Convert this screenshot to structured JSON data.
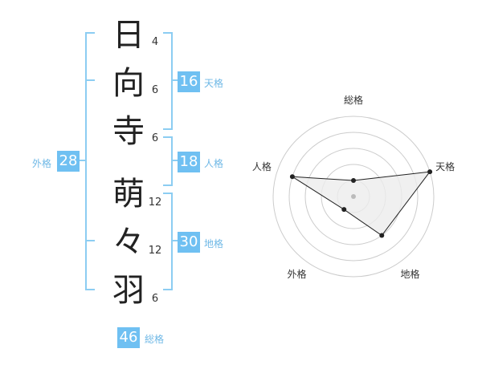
{
  "characters": [
    {
      "char": "日",
      "strokes": "4"
    },
    {
      "char": "向",
      "strokes": "6"
    },
    {
      "char": "寺",
      "strokes": "6"
    },
    {
      "char": "萌",
      "strokes": "12"
    },
    {
      "char": "々",
      "strokes": "12"
    },
    {
      "char": "羽",
      "strokes": "6"
    }
  ],
  "fortunes": {
    "tenkaku": {
      "label": "天格",
      "value": "16"
    },
    "jinkaku": {
      "label": "人格",
      "value": "18"
    },
    "chikaku": {
      "label": "地格",
      "value": "30"
    },
    "gaikaku": {
      "label": "外格",
      "value": "28"
    },
    "soukaku": {
      "label": "総格",
      "value": "46"
    }
  },
  "radar": {
    "axes": [
      "総格",
      "天格",
      "地格",
      "外格",
      "人格"
    ],
    "levels": 5,
    "values": [
      1,
      5,
      3,
      1,
      4
    ],
    "colors": {
      "fill": "#ececec",
      "line": "#222222",
      "grid": "#cccccc",
      "center": "#bbbbbb"
    }
  },
  "colors": {
    "accent": "#6fc0f2",
    "bracket": "#8ccdf2"
  }
}
